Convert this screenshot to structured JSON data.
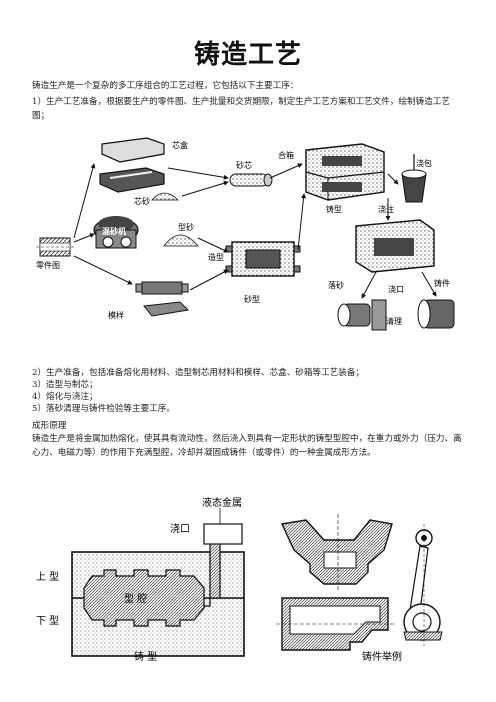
{
  "title": "铸造工艺",
  "intro": {
    "p1": "铸造生产是一个复杂的多工序组合的工艺过程，它包括以下主要工序：",
    "p2": "1）生产工艺准备，根据要生产的零件图、生产批量和交货期限，制定生产工艺方案和工艺文件，绘制铸造工艺图；"
  },
  "process_figure": {
    "labels": {
      "core_box": "芯盒",
      "core_sand": "芯砂",
      "sand_core": "砂芯",
      "mold_closing": "合箱",
      "ladle": "浇包",
      "mold": "铸型",
      "pouring": "浇注",
      "molding_sand": "型砂",
      "mixing": "混砂机",
      "molding": "造型",
      "part_drawing": "零件图",
      "sand_mold": "砂型",
      "shakeout": "落砂",
      "gate": "浇口",
      "casting": "铸件",
      "pattern": "模样",
      "cleaning": "清理"
    }
  },
  "steps": [
    "2）生产准备，包括准备熔化用材料、造型制芯用材料和模样、芯盒、砂箱等工艺装备；",
    "3）造型与制芯；",
    "4）熔化与浇注；",
    "5）落砂清理与铸件检验等主要工序。"
  ],
  "principle": {
    "heading": "成形原理",
    "text": "铸造生产是将金属加热熔化，使其具有流动性，然后浇入到具有一定形状的铸型型腔中，在重力或外力（压力、离心力、电磁力等）的作用下充满型腔，冷却并凝固成铸件（或零件）的一种金属成形方法。"
  },
  "mold_figure": {
    "liquid_metal": "液态金属",
    "sprue": "浇口",
    "upper_mold": "上  型",
    "cavity": "型  腔",
    "lower_mold": "下  型",
    "mold": "铸  型",
    "casting_examples": "铸件举例"
  }
}
